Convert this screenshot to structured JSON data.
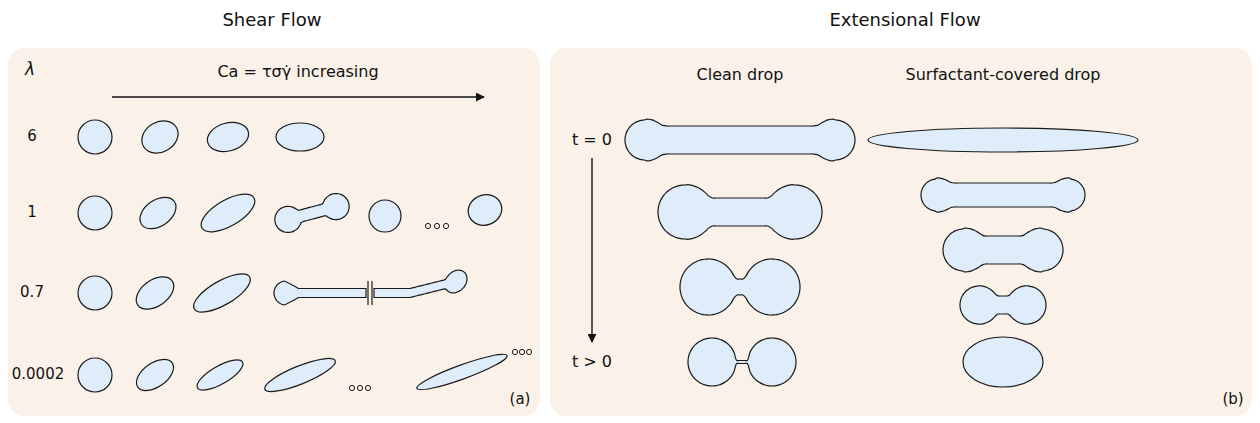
{
  "diagram": {
    "nodes": [
      {
        "text": [
          "Shear Flow",
          "λ",
          "Ca = τσγ̇ increasing",
          "6",
          "1",
          "0.7",
          "0.0002",
          "(a)"
        ]
      },
      {
        "text": [
          "Extensional Flow",
          "Clean drop",
          "Surfactant-covered drop",
          "t = 0",
          "t > 0",
          "(b)"
        ]
      }
    ]
  }
}
